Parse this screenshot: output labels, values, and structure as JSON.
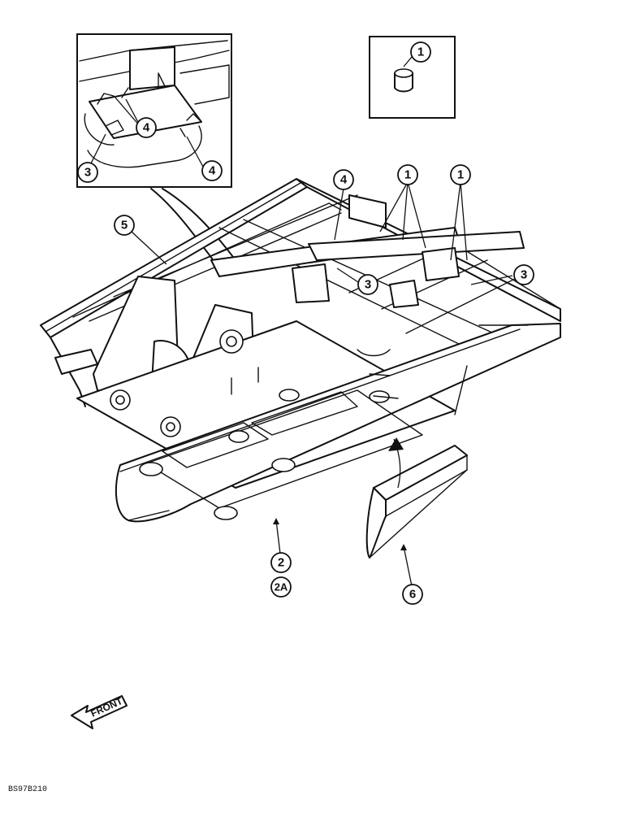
{
  "callouts": [
    {
      "id": "c1-inset",
      "label": "1"
    },
    {
      "id": "c1-a",
      "label": "1"
    },
    {
      "id": "c1-b",
      "label": "1"
    },
    {
      "id": "c2",
      "label": "2"
    },
    {
      "id": "c2a",
      "label": "2A"
    },
    {
      "id": "c3-left",
      "label": "3"
    },
    {
      "id": "c3-mid",
      "label": "3"
    },
    {
      "id": "c3-right",
      "label": "3"
    },
    {
      "id": "c4-top",
      "label": "4"
    },
    {
      "id": "c4-inset-mid",
      "label": "4"
    },
    {
      "id": "c4-inset-right",
      "label": "4"
    },
    {
      "id": "c5",
      "label": "5"
    },
    {
      "id": "c6",
      "label": "6"
    }
  ],
  "front_label": "FRONT",
  "drawing_code": "BS97B210"
}
